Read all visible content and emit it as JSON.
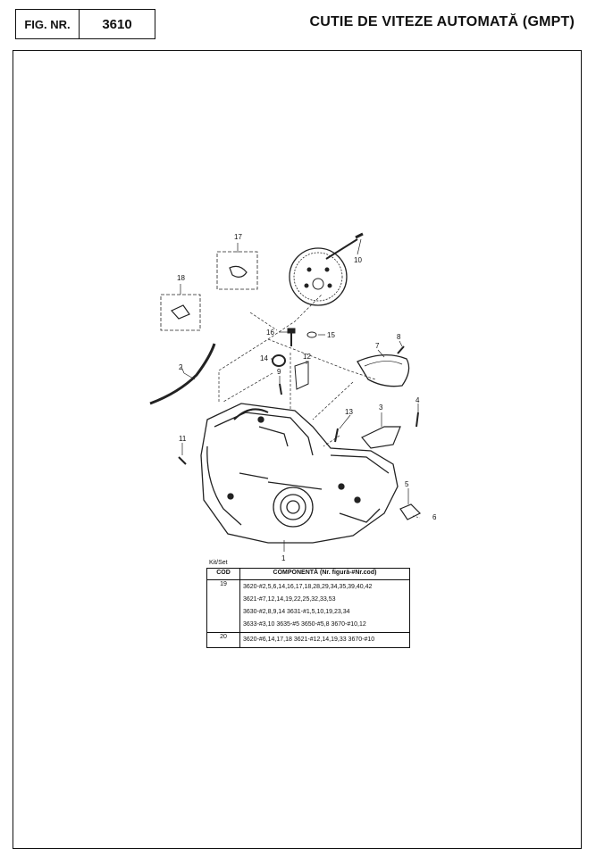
{
  "header": {
    "fig_label": "FIG. NR.",
    "fig_number": "3610",
    "title": "CUTIE DE VITEZE AUTOMATĂ (GMPT)"
  },
  "callouts": [
    "1",
    "2",
    "3",
    "4",
    "5",
    "6",
    "7",
    "8",
    "9",
    "10",
    "11",
    "12",
    "13",
    "14",
    "15",
    "16",
    "17",
    "18"
  ],
  "kit_table": {
    "label": "Kit/Set",
    "col_cod": "COD",
    "col_components": "COMPONENTĂ (Nr. figură-#Nr.cod)",
    "rows": [
      {
        "cod": "19",
        "lines": [
          "3620-#2,5,6,14,16,17,18,28,29,34,35,39,40,42",
          "3621-#7,12,14,19,22,25,32,33,53",
          "3630-#2,8,9,14  3631-#1,5,10,19,23,34",
          "3633-#3,10  3635-#5  3650-#5,8  3670-#10,12"
        ]
      },
      {
        "cod": "20",
        "lines": [
          "3620-#6,14,17,18  3621-#12,14,19,33  3670-#10"
        ]
      }
    ]
  }
}
